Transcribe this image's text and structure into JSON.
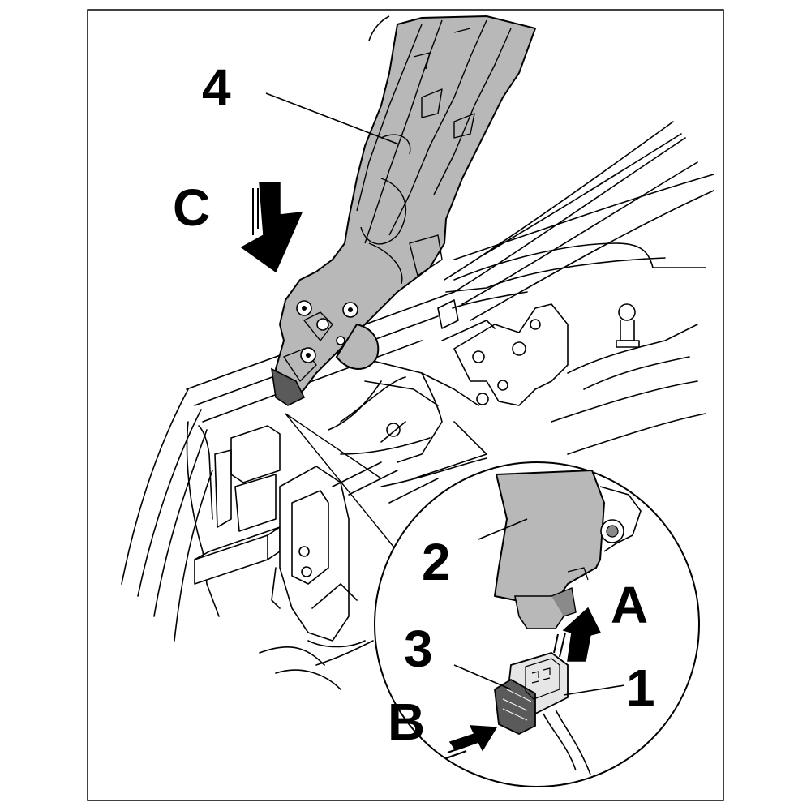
{
  "callouts": {
    "part_1": "1",
    "part_2": "2",
    "part_3": "3",
    "part_4": "4",
    "step_a": "A",
    "step_b": "B",
    "step_c": "C"
  },
  "colors": {
    "line": "#000000",
    "component_fill": "#b8b8b8",
    "connector_fill": "#5a5a5a",
    "background": "#ffffff"
  }
}
